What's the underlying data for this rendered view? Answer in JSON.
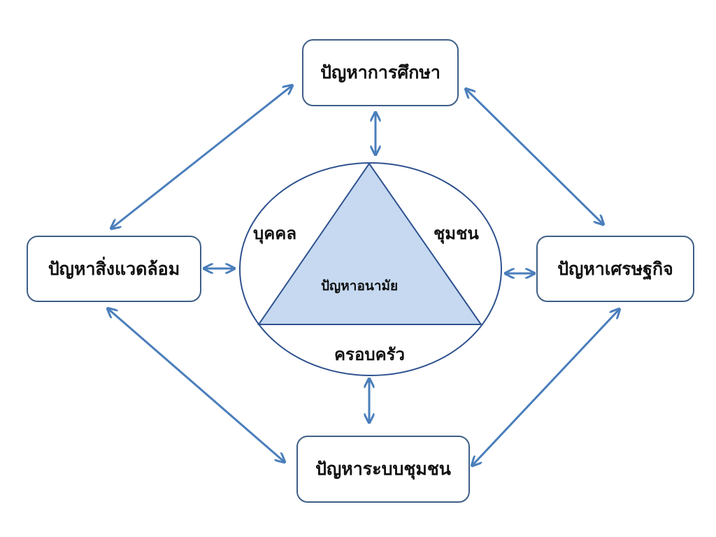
{
  "center": {
    "label": "ปัญหาอนามัย",
    "sides": {
      "left": "บุคคล",
      "right": "ชุมชน",
      "bottom": "ครอบครัว"
    },
    "triangle_fill": "#c6d9f1",
    "triangle_stroke": "#2f528f",
    "ellipse_stroke": "#2f528f"
  },
  "boxes": {
    "top": "ปัญหาการศึกษา",
    "left": "ปัญหาสิ่งแวดล้อม",
    "right": "ปัญหาเศรษฐกิจ",
    "bottom": "ปัญหาระบบชุมชน"
  },
  "colors": {
    "arrow": "#4a7ebb",
    "box_border": "#3f5f86"
  }
}
